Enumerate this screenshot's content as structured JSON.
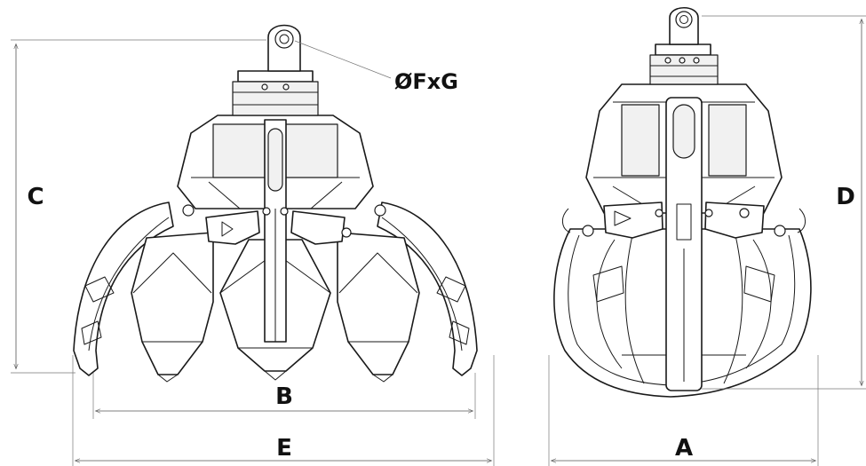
{
  "labels": {
    "A": "A",
    "B": "B",
    "C": "C",
    "D": "D",
    "E": "E",
    "pin": "ØFxG"
  },
  "colors": {
    "line": "#1a1a1a",
    "dimension": "#555555",
    "background": "#ffffff"
  }
}
